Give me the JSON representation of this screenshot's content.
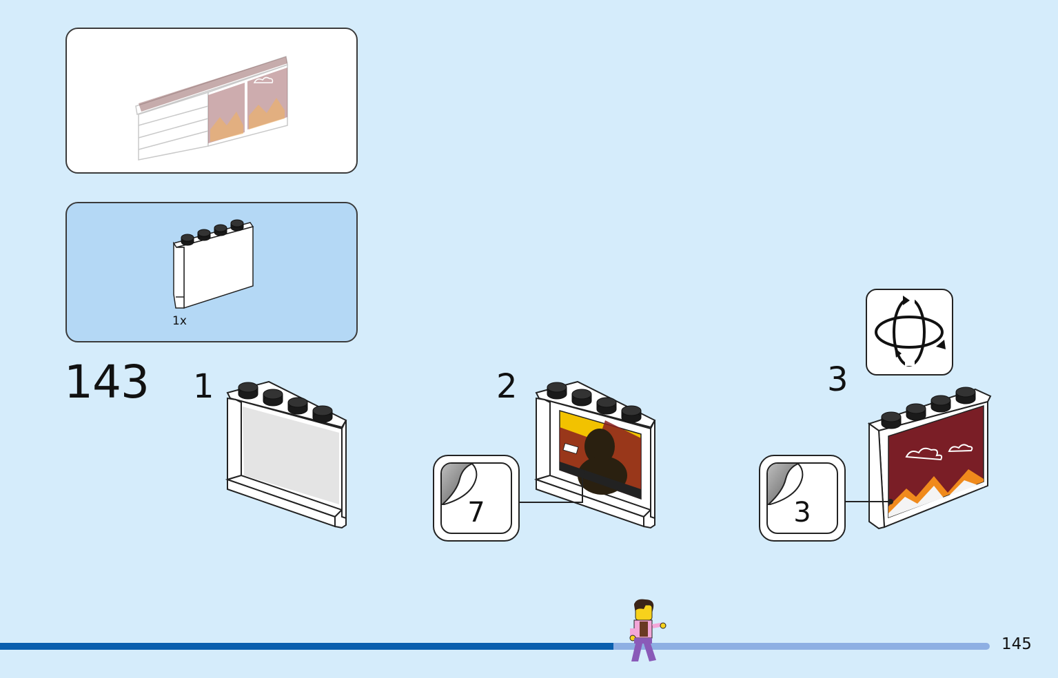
{
  "step": {
    "number": "143",
    "substeps": [
      "1",
      "2",
      "3"
    ]
  },
  "parts_list": {
    "items": [
      {
        "part": "white-panel-1x4x3",
        "quantity": "1x"
      }
    ]
  },
  "sticker_callouts": [
    {
      "substep": "2",
      "sticker_number": "7"
    },
    {
      "substep": "3",
      "sticker_number": "3"
    }
  ],
  "rotate_icon": "rotate-model-icon",
  "progress": {
    "fraction": 0.62
  },
  "page": {
    "number": "145"
  },
  "colors": {
    "background": "#d5ecfb",
    "parts_panel": "#b4d8f5",
    "progress_fill": "#0a5fae",
    "progress_track": "#8eafe3",
    "sticker_maroon": "#7a1e26",
    "sticker_yellow": "#f2c200"
  }
}
